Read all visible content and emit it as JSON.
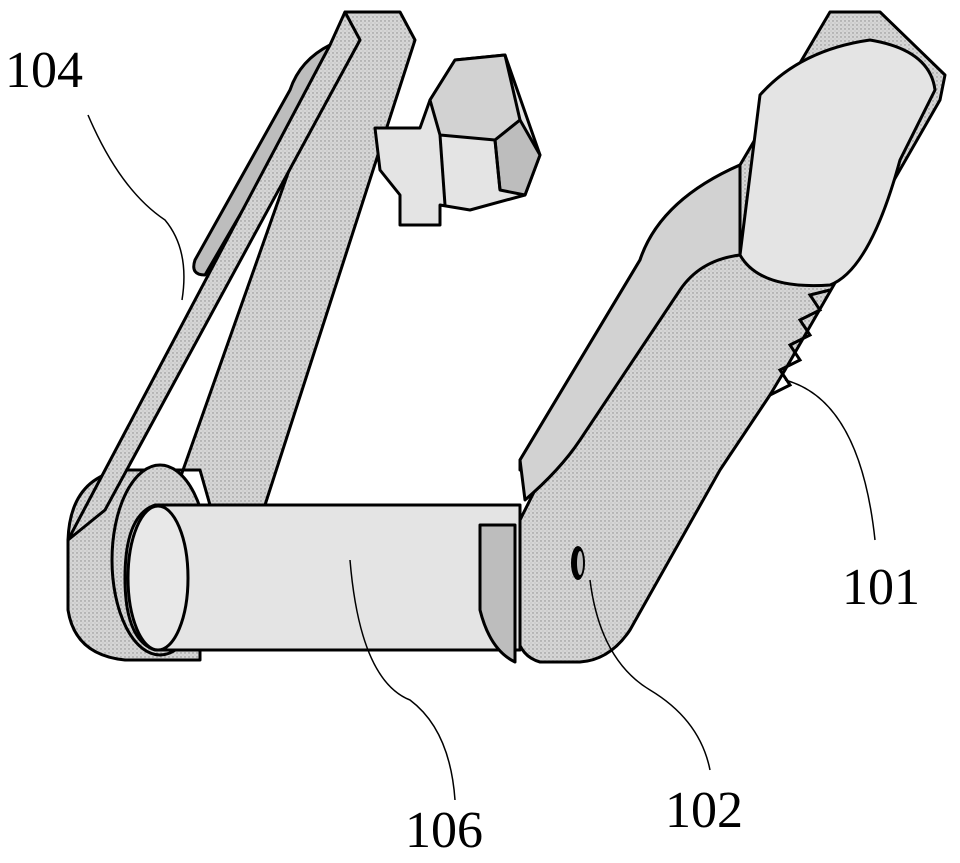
{
  "figure": {
    "labels": {
      "ref_104": "104",
      "ref_101": "101",
      "ref_106": "106",
      "ref_102": "102"
    },
    "colors": {
      "fill": "#d2d2d2",
      "stroke": "#000000"
    }
  }
}
